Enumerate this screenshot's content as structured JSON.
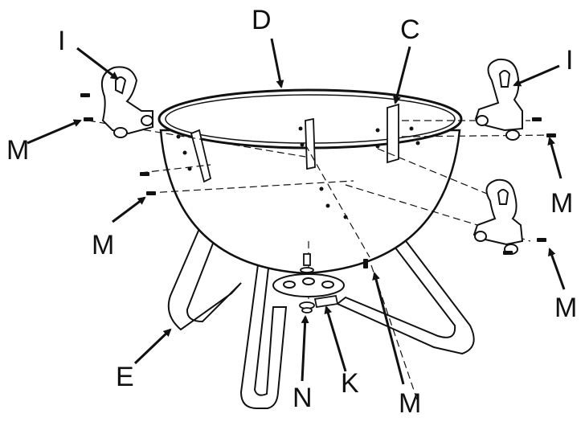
{
  "labels": {
    "D": "D",
    "C": "C",
    "I_left": "I",
    "I_right": "I",
    "M_left_top": "M",
    "M_left_bottom": "M",
    "M_right_top": "M",
    "M_right_bottom": "M",
    "M_bottom_center": "M",
    "E": "E",
    "N": "N",
    "K": "K"
  },
  "colors": {
    "line": "#111111",
    "background": "#ffffff"
  }
}
